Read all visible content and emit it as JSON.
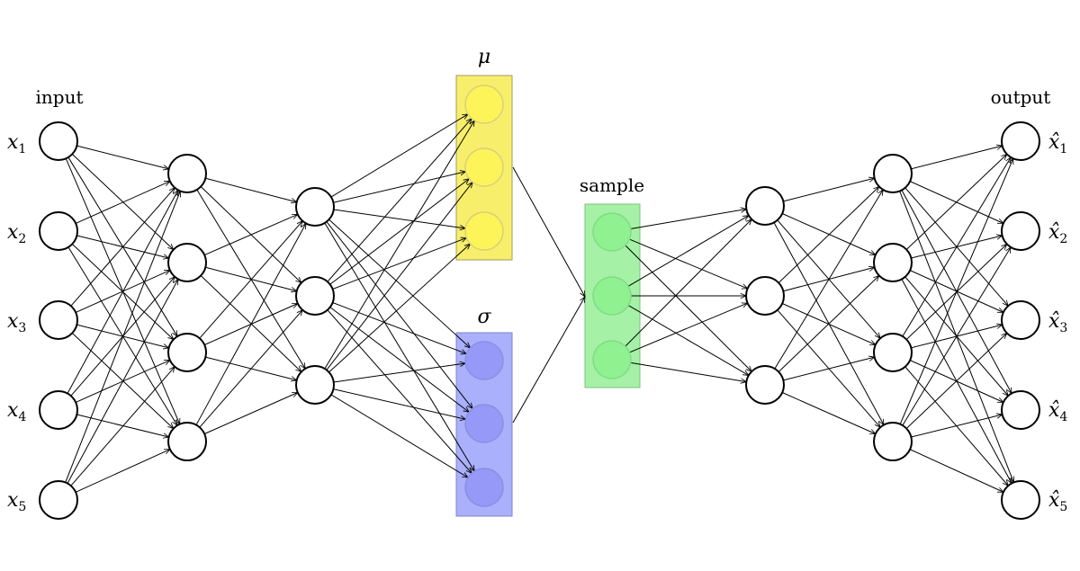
{
  "labels": {
    "input": "input",
    "output": "output",
    "mu": "μ",
    "sigma": "σ",
    "sample": "sample"
  },
  "inputs": [
    {
      "base": "x",
      "sub": "1"
    },
    {
      "base": "x",
      "sub": "2"
    },
    {
      "base": "x",
      "sub": "3"
    },
    {
      "base": "x",
      "sub": "4"
    },
    {
      "base": "x",
      "sub": "5"
    }
  ],
  "outputs": [
    {
      "base": "x̂",
      "sub": "1"
    },
    {
      "base": "x̂",
      "sub": "2"
    },
    {
      "base": "x̂",
      "sub": "3"
    },
    {
      "base": "x̂",
      "sub": "4"
    },
    {
      "base": "x̂",
      "sub": "5"
    }
  ],
  "colors": {
    "mu_box": "#f7ef6b",
    "mu_box_stroke": "#a09a60",
    "mu_node": "#fdf45a",
    "sigma_box": "#aab0fb",
    "sigma_box_stroke": "#7f86c4",
    "sigma_node": "#9699f8",
    "sample_box": "#a5f2a6",
    "sample_box_stroke": "#7fbf80",
    "sample_node": "#8ff190",
    "edge": "#000000",
    "node_stroke": "#000000"
  }
}
